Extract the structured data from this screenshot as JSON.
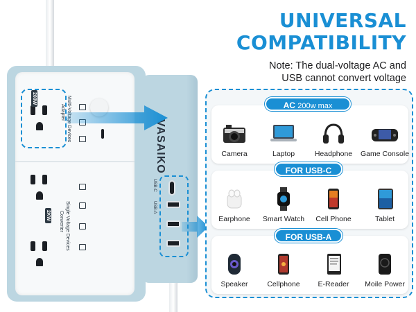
{
  "headline": {
    "line1": "UNIVERSAL",
    "line2": "COMPATIBILITY"
  },
  "note": {
    "line1": "Note: The dual-voltage AC and",
    "line2": "USB cannot convert voltage"
  },
  "converter": {
    "badge_top": "200W",
    "label_top_1": "Multi-Voltage Devices",
    "label_top_2": "Adapter",
    "badge_bottom": "2KW",
    "label_bottom_1": "Single Voltage Devices",
    "label_bottom_2": "Converter"
  },
  "usb_module": {
    "brand": "VASAIKO",
    "usb_a_label": "USB-A",
    "usb_c_label": "USB-C"
  },
  "sections": [
    {
      "title": "AC",
      "subtitle": "200w max",
      "devices": [
        {
          "label": "Camera",
          "icon": "camera-icon"
        },
        {
          "label": "Laptop",
          "icon": "laptop-icon"
        },
        {
          "label": "Headphone",
          "icon": "headphone-icon"
        },
        {
          "label": "Game Console",
          "icon": "game-console-icon"
        }
      ]
    },
    {
      "title": "FOR USB-C",
      "subtitle": "",
      "devices": [
        {
          "label": "Earphone",
          "icon": "earphone-icon"
        },
        {
          "label": "Smart Watch",
          "icon": "smart-watch-icon"
        },
        {
          "label": "Cell Phone",
          "icon": "cell-phone-icon"
        },
        {
          "label": "Tablet",
          "icon": "tablet-icon"
        }
      ]
    },
    {
      "title": "FOR USB-A",
      "subtitle": "",
      "devices": [
        {
          "label": "Speaker",
          "icon": "speaker-icon"
        },
        {
          "label": "Cellphone",
          "icon": "cellphone-icon"
        },
        {
          "label": "E-Reader",
          "icon": "e-reader-icon"
        },
        {
          "label": "Moile Power",
          "icon": "power-bank-icon"
        }
      ]
    }
  ],
  "colors": {
    "accent": "#1a8fd4",
    "body": "#bcd6e1",
    "text": "#1d1d1f"
  }
}
